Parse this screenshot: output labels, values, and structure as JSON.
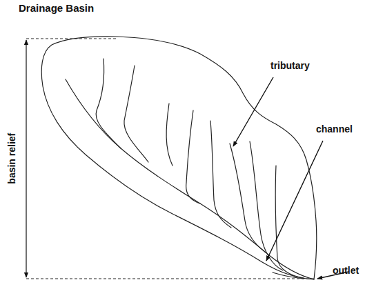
{
  "diagram": {
    "title": "Drainage Basin",
    "labels": [
      "tributary",
      "channel",
      "outlet",
      "basin relief"
    ]
  }
}
